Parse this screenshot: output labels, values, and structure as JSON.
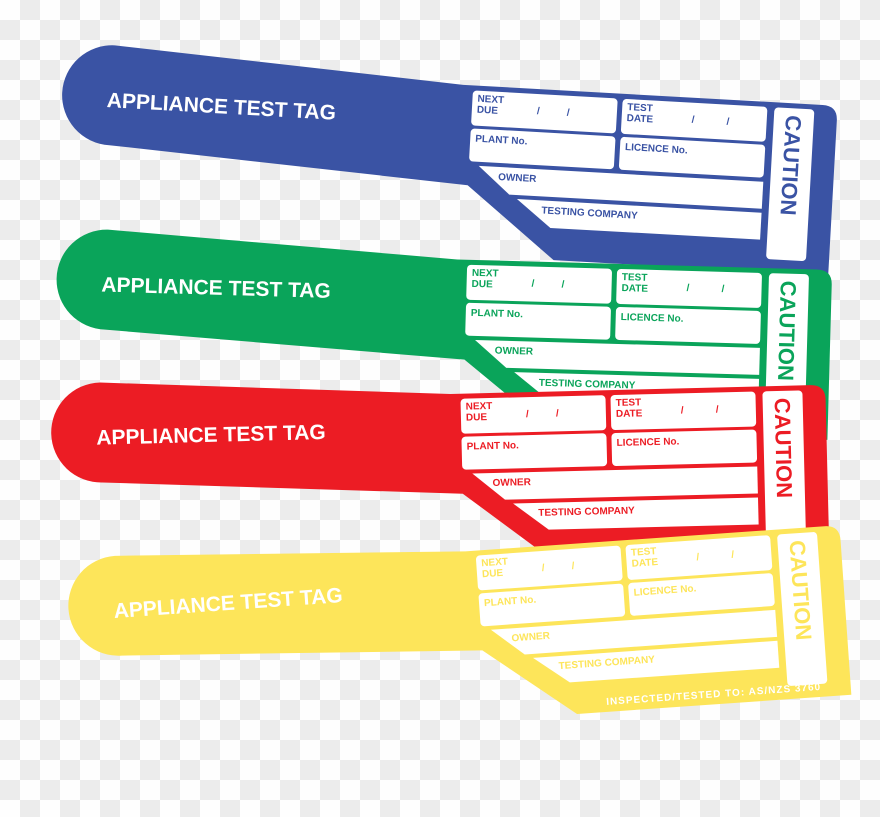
{
  "title": "APPLIANCE TEST TAG",
  "labels": {
    "next_due": [
      "NEXT",
      "DUE"
    ],
    "test_date": [
      "TEST",
      "DATE"
    ],
    "plant_no": "PLANT No.",
    "licence_no": "LICENCE No.",
    "owner": "OWNER",
    "testing_company": "TESTING COMPANY",
    "caution": "CAUTION",
    "slash": "/",
    "footer": "INSPECTED/TESTED TO: AS/NZS 3760"
  },
  "tags": [
    {
      "name": "blue",
      "color": "#3a53a4"
    },
    {
      "name": "green",
      "color": "#0aa45a"
    },
    {
      "name": "red",
      "color": "#ec1c24"
    },
    {
      "name": "yellow",
      "color": "#fde55a"
    }
  ]
}
